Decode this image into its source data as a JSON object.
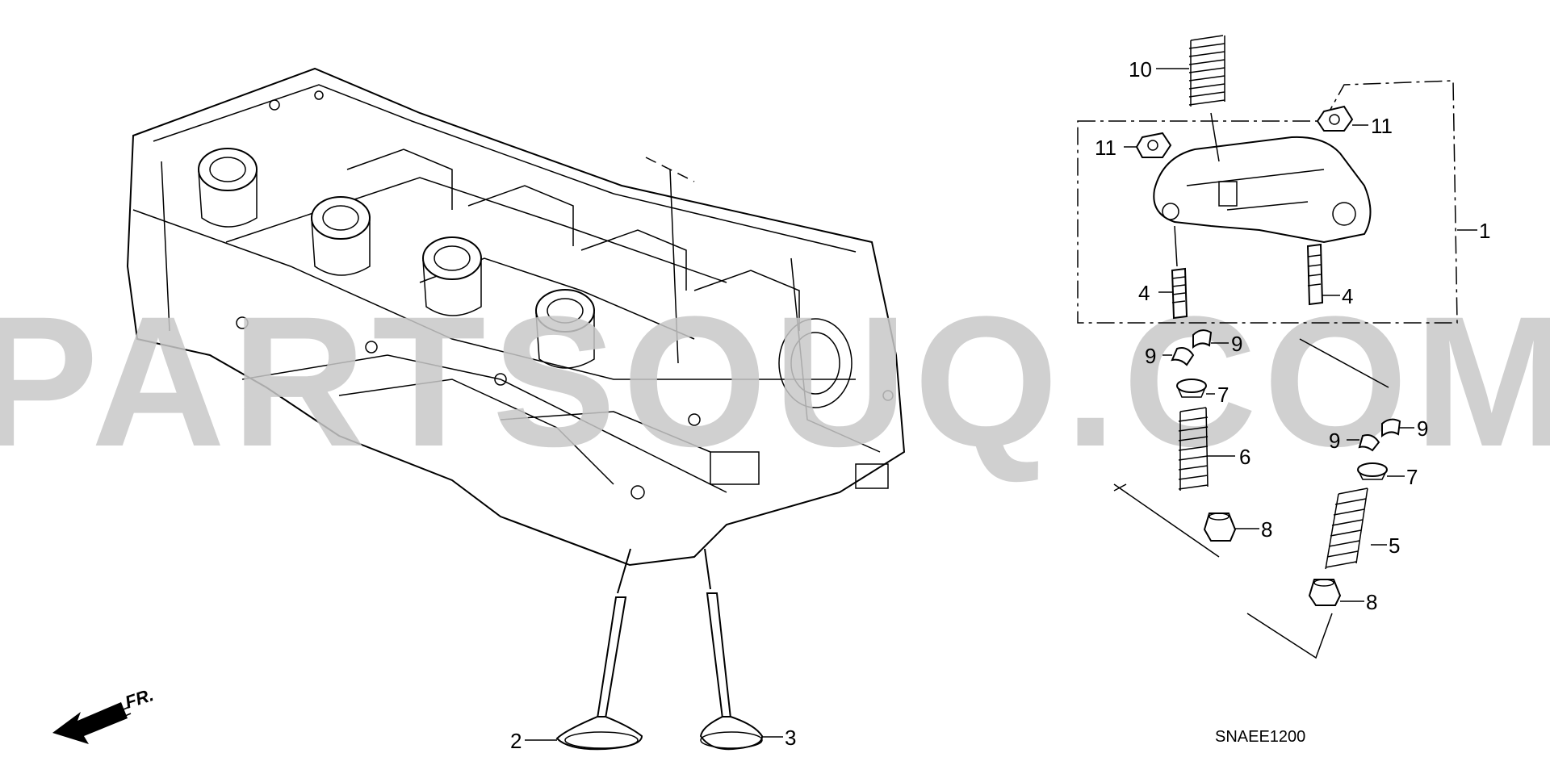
{
  "watermark": "PARTSOUQ.COM",
  "front_indicator": "FR.",
  "diagram_code": "SNAEE1200",
  "callouts": {
    "c1": "1",
    "c2": "2",
    "c3": "3",
    "c4a": "4",
    "c4b": "4",
    "c5": "5",
    "c6": "6",
    "c7a": "7",
    "c7b": "7",
    "c8a": "8",
    "c8b": "8",
    "c9a": "9",
    "c9b": "9",
    "c9c": "9",
    "c9d": "9",
    "c10": "10",
    "c11a": "11",
    "c11b": "11"
  }
}
